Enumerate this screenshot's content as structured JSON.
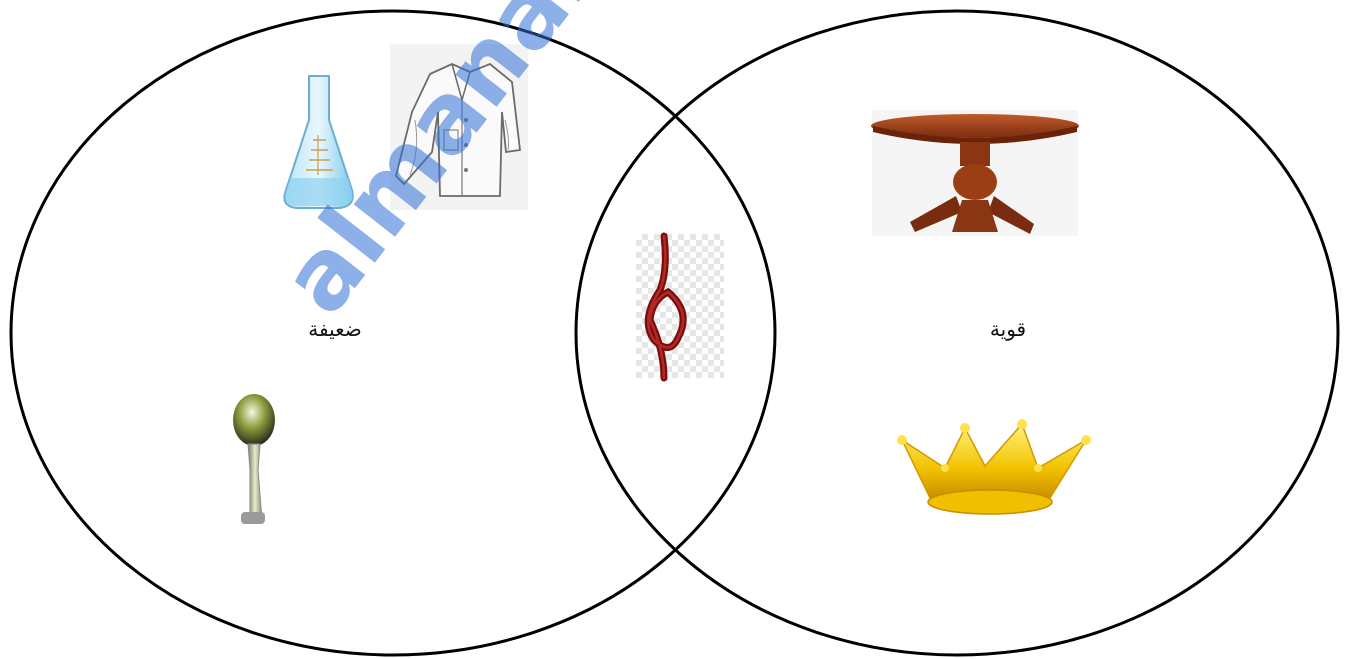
{
  "diagram": {
    "type": "venn",
    "sets": [
      {
        "id": "weak",
        "label": "ضعيفة"
      },
      {
        "id": "strong",
        "label": "قوية"
      }
    ],
    "items": {
      "weak": [
        "flask",
        "shirt",
        "spoon"
      ],
      "both": [
        "rope-knot"
      ],
      "strong": [
        "table",
        "crown"
      ]
    },
    "outline_color": "#000000"
  },
  "watermark": {
    "text": "almanahj.c",
    "color": "#2f6fd6"
  }
}
